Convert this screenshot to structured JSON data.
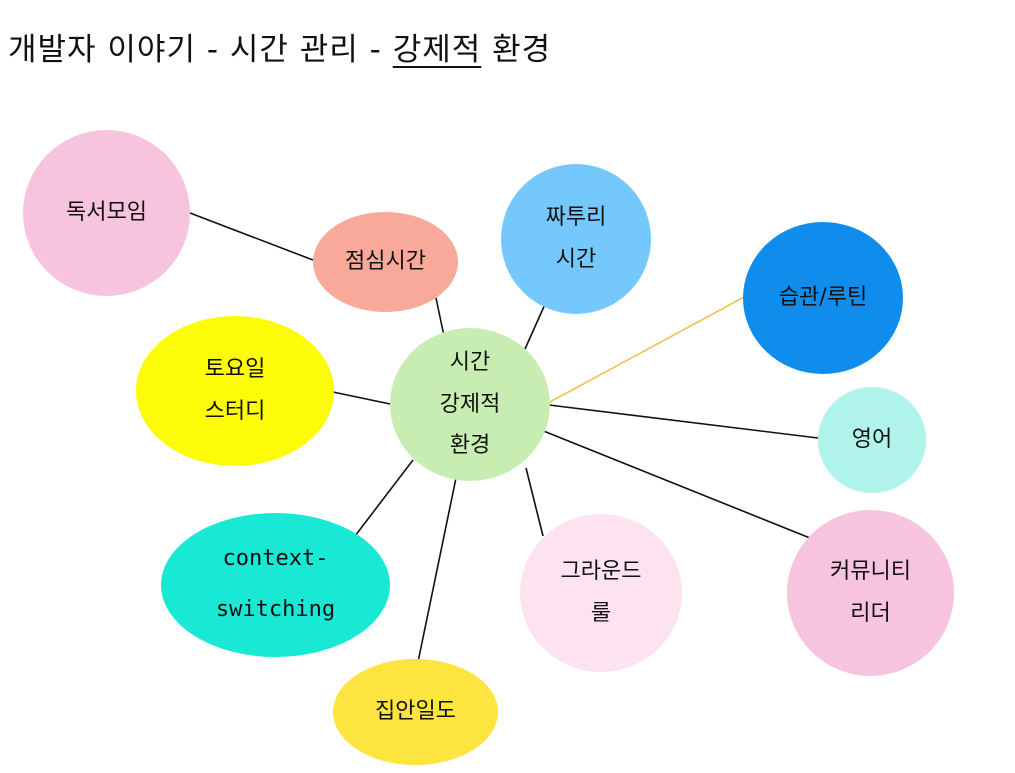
{
  "title": {
    "prefix": "개발자 이야기 - 시간 관리 - ",
    "underlined": "강제적",
    "suffix": " 환경"
  },
  "center": {
    "line1": "시간",
    "line2": "강제적",
    "line3": "환경",
    "color": "#c8edb3"
  },
  "nodes": {
    "reading": {
      "line1": "독서모임",
      "color": "#f6c4dd"
    },
    "lunch": {
      "line1": "점심시간",
      "color": "#f8a99a"
    },
    "spare": {
      "line1": "짜투리",
      "line2": "시간",
      "color": "#74c8fb"
    },
    "habit": {
      "line1": "습관/루틴",
      "color": "#0f8cec"
    },
    "saturday": {
      "line1": "토요일",
      "line2": "스터디",
      "color": "#fdfb08"
    },
    "english": {
      "line1": "영어",
      "color": "#b0f3ea"
    },
    "context": {
      "line1": "context-",
      "line2": "switching",
      "color": "#19e8d4"
    },
    "ground": {
      "line1": "그라운드",
      "line2": "룰",
      "color": "#fce3ef"
    },
    "community": {
      "line1": "커뮤니티",
      "line2": "리더",
      "color": "#f6c4df"
    },
    "focus": {
      "line1": "집안일도",
      "color": "#fde43e"
    }
  },
  "link_colors": {
    "default": "#111111",
    "highlight": "#f2c14e"
  }
}
